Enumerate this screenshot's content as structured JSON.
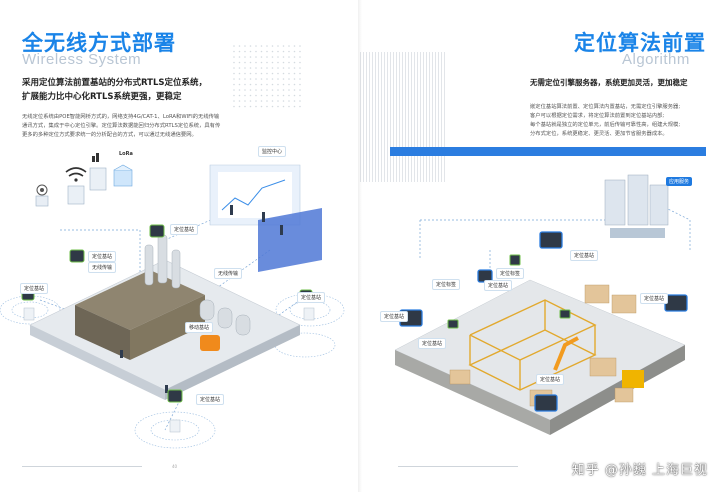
{
  "left": {
    "title_cn": "全无线方式部署",
    "title_en": "Wireless System",
    "subhead_1": "采用定位算法前置基站的分布式RTLS定位系统，",
    "subhead_2": "扩展能力比中心化RTLS系统更强，更稳定",
    "body": [
      "无线定位系统由POE智能网桥方式的，网络支持4G/CAT-1、LoRA和WIFI的无线传输",
      "通讯方式，集成于中心定位引擎。定位算法数据能回归分布式RTLS定位系统，具有传",
      "更多的多种定位方式要求统一的分析配合的方式，可以通过无线通信要网。"
    ],
    "icons": {
      "lora": "LoRa"
    },
    "labels": {
      "monitor_center": "监控中心",
      "base_station_a": "定位基站",
      "base_station_b": "定位基站",
      "base_station_c": "定位基站",
      "base_station_d": "定位基站",
      "base_station_e": "定位基站",
      "wireless_a": "无线传输",
      "wireless_b": "无线传输",
      "mobile_station": "移动基站"
    },
    "page_number": "40"
  },
  "right": {
    "title_cn": "定位算法前置",
    "title_en": "Algorithm",
    "subhead": "无需定位引擎服务器，系统更加灵活，更加稳定",
    "body": [
      "嵌定位基站算法前置、定位算法内置基站，无需定位引擎服务器;",
      "客户可以根据定位需求，将定位算法前置到定位基站内部;",
      "每个基站就是独立的定位单元，前后传输可靠性高，组建大规模;",
      "分布式定位，系统更稳定、更灵活、更加节省服务器成本。"
    ],
    "labels": {
      "app_service": "应用服务",
      "tag_a": "定位标签",
      "tag_b": "定位标签",
      "station_a": "定位基站",
      "station_b": "定位基站",
      "station_c": "定位基站",
      "station_d": "定位基站",
      "station_e": "定位基站",
      "station_f": "定位基站"
    }
  },
  "watermark": "知乎 @孙巍 上海巨视",
  "colors": {
    "accent": "#1a84e8",
    "bar": "#2b7de0",
    "subtitle_en": "#b9c6d4"
  }
}
